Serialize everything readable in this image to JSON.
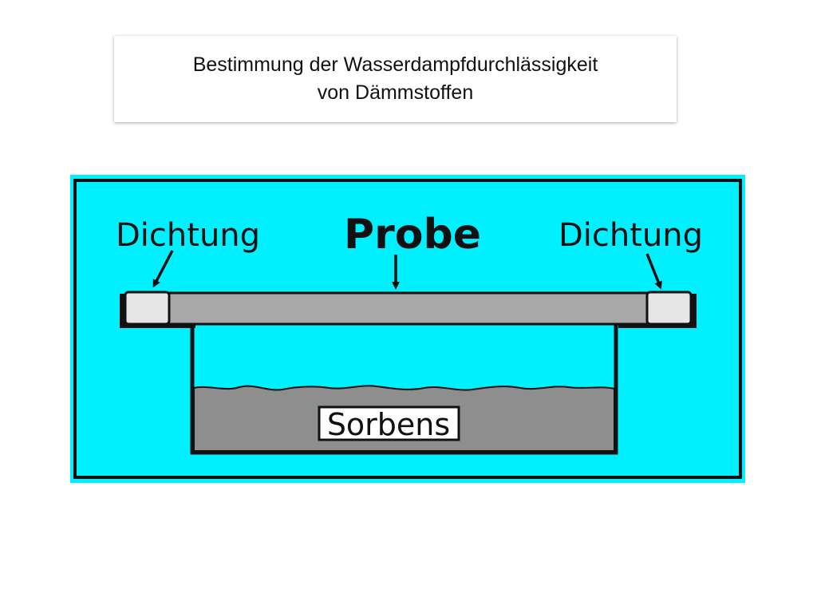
{
  "title": {
    "line1": "Bestimmung der Wasserdampfdurchlässigkeit",
    "line2": "von Dämmstoffen"
  },
  "diagram": {
    "label_seal_left": "Dichtung",
    "label_sample": "Probe",
    "label_seal_right": "Dichtung",
    "label_sorbent": "Sorbens",
    "colors": {
      "background": "#00f0ff",
      "outline": "#111111",
      "sample": "#a8a8a8",
      "seal": "#e6e6e6",
      "sorbent": "#8e8e8e"
    }
  }
}
